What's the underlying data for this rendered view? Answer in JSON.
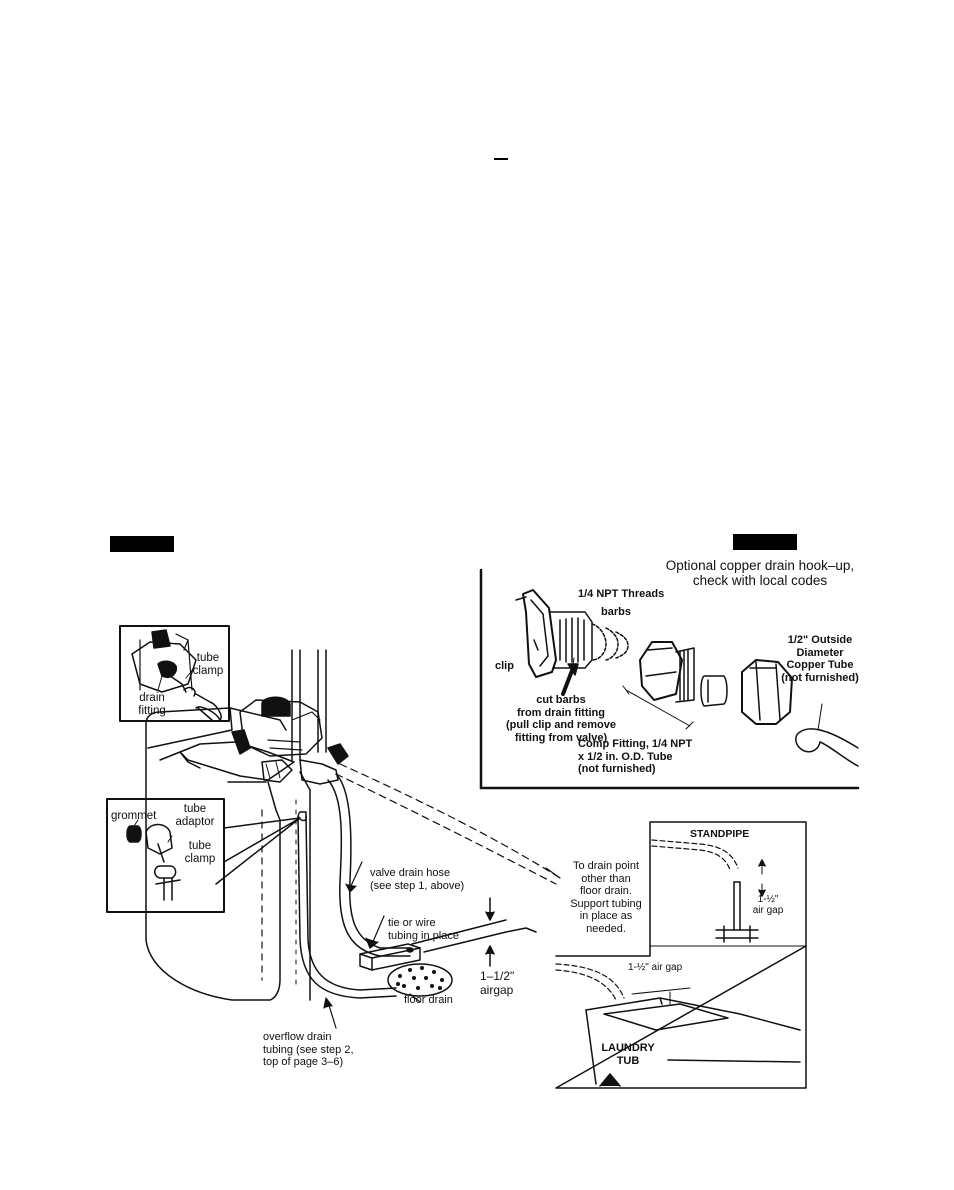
{
  "copper_inset": {
    "caption": [
      "Optional copper drain hook–up,",
      "check with local codes"
    ],
    "npt_threads": "1/4 NPT Threads",
    "barbs": "barbs",
    "clip": "clip",
    "cut_barbs": [
      "cut barbs",
      "from drain fitting",
      "(pull clip and remove",
      "fitting from valve)"
    ],
    "comp_fitting": [
      "Comp Fitting, 1/4  NPT",
      "x 1/2 in. O.D. Tube",
      "(not furnished)"
    ],
    "copper_tube": [
      "1/2\" Outside",
      "Diameter",
      "Copper Tube",
      "(not furnished)"
    ]
  },
  "drain_fitting_inset": {
    "tube_clamp": [
      "tube",
      "clamp"
    ],
    "drain_fitting": [
      "drain",
      "fitting"
    ]
  },
  "grommet_inset": {
    "grommet": "grommet",
    "tube_adaptor": [
      "tube",
      "adaptor"
    ],
    "tube_clamp": [
      "tube",
      "clamp"
    ]
  },
  "main": {
    "valve_drain_hose": [
      "valve drain hose",
      "(see  step 1, above)"
    ],
    "tie_wire": [
      "tie or wire",
      "tubing in place"
    ],
    "to_drain_point": [
      "To drain point",
      "other than",
      "floor drain.",
      "Support tubing",
      "in place as",
      "needed."
    ],
    "airgap_label": [
      "1–1/2\"",
      "airgap"
    ],
    "floor_drain": "floor drain",
    "overflow": [
      "overflow drain",
      "tubing (see step 2,",
      "top of page 3–6)"
    ]
  },
  "standpipe_inset": {
    "title": "STANDPIPE",
    "air_gap": [
      "1-½\"",
      "air gap"
    ]
  },
  "laundry_inset": {
    "air_gap": "1-½\" air gap",
    "title": [
      "LAUNDRY",
      "TUB"
    ]
  }
}
